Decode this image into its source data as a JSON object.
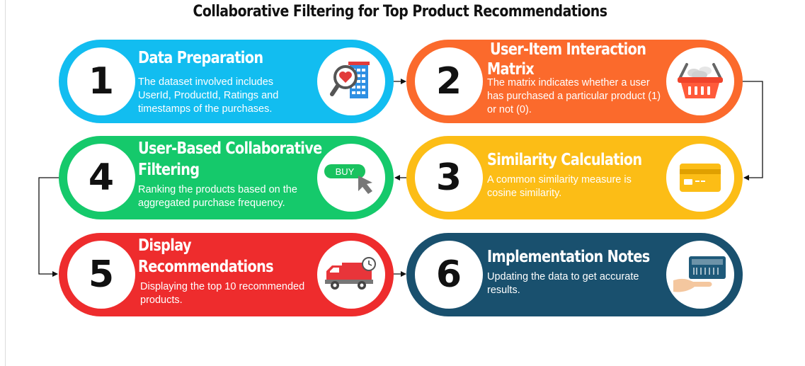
{
  "title": "Collaborative Filtering for Top Product Recommendations",
  "colors": {
    "step1": "#12bdf0",
    "step2": "#fb6a2c",
    "step3": "#fcbd16",
    "step4": "#15c96b",
    "step5": "#ee2c2d",
    "step6": "#19506e"
  },
  "steps": [
    {
      "number": "1",
      "heading": "Data Preparation",
      "body": "The dataset involved includes UserId, ProductId, Ratings and timestamps of the purchases.",
      "icon": "search-heart-document-icon"
    },
    {
      "number": "2",
      "heading": "User-Item Interaction Matrix",
      "heading_line1": "User-Item Interaction",
      "heading_line2": "Matrix",
      "body": "The matrix indicates whether a user has purchased a particular product (1) or not (0).",
      "icon": "shopping-basket-icon"
    },
    {
      "number": "3",
      "heading": "Similarity Calculation",
      "body": "A common similarity measure is cosine similarity.",
      "icon": "credit-card-icon"
    },
    {
      "number": "4",
      "heading": "User-Based Collaborative Filtering",
      "heading_line1": "User-Based Collaborative",
      "heading_line2": "Filtering",
      "body": "Ranking the products based on the aggregated purchase frequency.",
      "icon": "buy-button-cursor-icon",
      "icon_text": "BUY"
    },
    {
      "number": "5",
      "heading": "Display Recommendations",
      "heading_line1": "Display",
      "heading_line2": "Recommendations",
      "body": "Displaying the top 10 recommended products.",
      "icon": "delivery-truck-clock-icon"
    },
    {
      "number": "6",
      "heading": "Implementation Notes",
      "body": "Updating the data to get accurate results.",
      "icon": "hand-holding-box-icon"
    }
  ]
}
